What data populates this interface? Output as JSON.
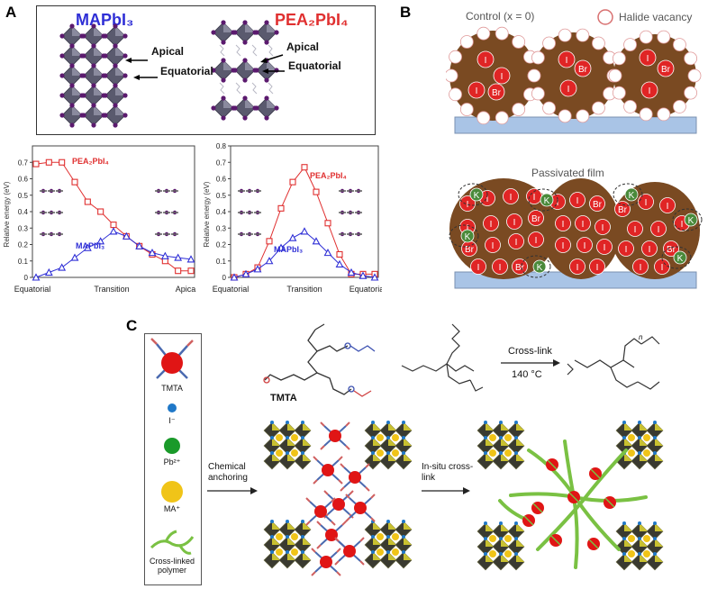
{
  "panels": {
    "a": "A",
    "b": "B",
    "c": "C"
  },
  "panel_a": {
    "left_material": "MAPbI₃",
    "right_material": "PEA₂PbI₄",
    "left_apical": "Apical",
    "left_equatorial": "Equatorial",
    "right_apical": "Apical",
    "right_equatorial": "Equatorial",
    "colors": {
      "mapbi3": "#2f2fd6",
      "pea": "#e03030",
      "octa": "#5a5a6e",
      "iodide": "#5b1a6e"
    },
    "chart_left": {
      "ylabel": "Relative energy (eV)",
      "yticks": [
        "0",
        "0.1",
        "0.2",
        "0.3",
        "0.4",
        "0.5",
        "0.6",
        "0.7"
      ],
      "xticks": [
        "Equatorial",
        "Transition",
        "Apica"
      ],
      "pea_label": "PEA₂PbI₄",
      "ma_label": "MAPbI₃"
    },
    "chart_right": {
      "ylabel": "Relative energy (eV)",
      "yticks": [
        "0",
        "0.1",
        "0.2",
        "0.3",
        "0.4",
        "0.5",
        "0.6",
        "0.7",
        "0.8"
      ],
      "xticks": [
        "Equatorial",
        "Transition",
        "Equatorial"
      ],
      "pea_label": "PEA₂PbI₄",
      "ma_label": "MAPbI₃"
    }
  },
  "chart_data": [
    {
      "type": "line",
      "ylim": [
        0,
        0.8
      ],
      "ylabel": "Relative energy (eV)",
      "series": [
        {
          "name": "PEA₂PbI₄",
          "x": [
            0,
            1,
            2,
            3,
            4,
            5,
            6,
            7,
            8,
            9,
            10,
            11,
            12
          ],
          "values": [
            0.69,
            0.7,
            0.7,
            0.58,
            0.46,
            0.4,
            0.32,
            0.25,
            0.19,
            0.14,
            0.1,
            0.04,
            0.04
          ]
        },
        {
          "name": "MAPbI₃",
          "x": [
            0,
            1,
            2,
            3,
            4,
            5,
            6,
            7,
            8,
            9,
            10,
            11,
            12
          ],
          "values": [
            0.0,
            0.03,
            0.06,
            0.12,
            0.18,
            0.22,
            0.28,
            0.25,
            0.19,
            0.15,
            0.13,
            0.12,
            0.11
          ]
        }
      ]
    },
    {
      "type": "line",
      "ylim": [
        0,
        0.8
      ],
      "ylabel": "Relative energy (eV)",
      "series": [
        {
          "name": "PEA₂PbI₄",
          "x": [
            0,
            1,
            2,
            3,
            4,
            5,
            6,
            7,
            8,
            9,
            10,
            11,
            12
          ],
          "values": [
            0.0,
            0.02,
            0.06,
            0.22,
            0.42,
            0.58,
            0.67,
            0.52,
            0.33,
            0.14,
            0.02,
            0.02,
            0.02
          ]
        },
        {
          "name": "MAPbI₃",
          "x": [
            0,
            1,
            2,
            3,
            4,
            5,
            6,
            7,
            8,
            9,
            10,
            11,
            12
          ],
          "values": [
            0.0,
            0.02,
            0.05,
            0.1,
            0.18,
            0.24,
            0.28,
            0.22,
            0.15,
            0.08,
            0.03,
            0.01,
            0.0
          ]
        }
      ]
    }
  ],
  "panel_b": {
    "control_label": "Control (x = 0)",
    "vacancy_label": "Halide vacancy",
    "passivated_label": "Passivated film",
    "ion_i": "I",
    "ion_br": "Br",
    "ion_k": "K",
    "colors": {
      "grain": "#7a4a22",
      "ion": "#e02525",
      "k": "#4a8a3a",
      "substrate": "#a9c4e6"
    }
  },
  "panel_c": {
    "legend": {
      "tmta": "TMTA",
      "iodide": "I⁻",
      "lead": "Pb²⁺",
      "ma": "MA⁺",
      "polymer": "Cross-linked polymer"
    },
    "tmta_label": "TMTA",
    "crosslink_label": "Cross-link",
    "temperature": "140 °C",
    "polymer_subscript": "n",
    "step1": "Chemical anchoring",
    "step2": "In-situ cross-link",
    "colors": {
      "red": "#e01515",
      "blue": "#1f78c8",
      "green": "#1a9a2a",
      "yellow": "#f0c418",
      "polymer": "#7ac143"
    }
  }
}
